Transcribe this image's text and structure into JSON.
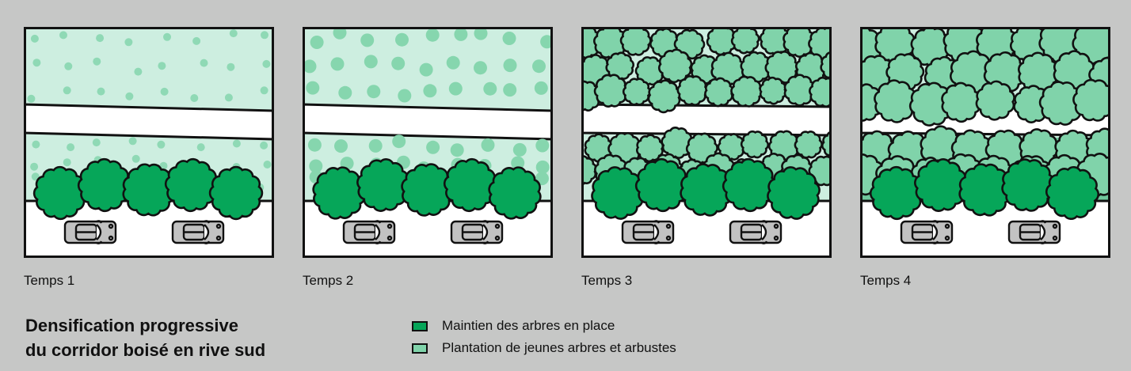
{
  "panels": [
    {
      "label": "Temps 1",
      "stage": 1
    },
    {
      "label": "Temps 2",
      "stage": 2
    },
    {
      "label": "Temps 3",
      "stage": 3
    },
    {
      "label": "Temps 4",
      "stage": 4
    }
  ],
  "title": {
    "line1": "Densification progressive",
    "line2": "du corridor boisé en rive sud"
  },
  "legend": [
    {
      "label": "Maintien des arbres en place",
      "color": "#06a659"
    },
    {
      "label": "Plantation de jeunes arbres et arbustes",
      "color": "#80d3aa"
    }
  ],
  "colors": {
    "light": "#cdeee0",
    "young": "#80d3aa",
    "mature": "#06a659",
    "car": "#c2c2c2"
  }
}
